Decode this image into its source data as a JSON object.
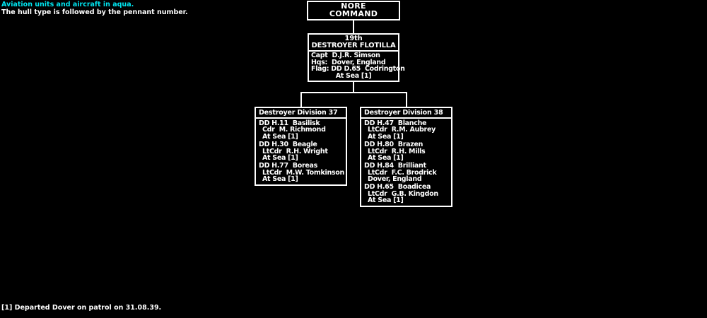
{
  "colors": {
    "background": "#000000",
    "text": "#ffffff",
    "aqua": "#00e5f0",
    "line": "#ffffff"
  },
  "notes": {
    "aviation": "Aviation units and aircraft in aqua.",
    "hull": "The hull type is followed by the pennant number."
  },
  "footnote": "[1] Departed Dover on patrol on 31.08.39.",
  "chart": {
    "root": {
      "title_line1": "NORE",
      "title_line2": "COMMAND"
    },
    "flotilla": {
      "title_line1": "19th",
      "title_line2": "DESTROYER FLOTILLA",
      "details": {
        "commander": "Capt  D.J.R. Simson",
        "hqs": "Hqs:  Dover, England",
        "flag": "Flag: DD D.65  Codrington",
        "status": "At Sea [1]"
      }
    },
    "divisions": [
      {
        "title": "Destroyer Division 37",
        "ships": [
          {
            "name": "DD H.11  Basilisk",
            "commander": "Cdr  M. Richmond",
            "status": "At Sea [1]"
          },
          {
            "name": "DD H.30  Beagle",
            "commander": "LtCdr  R.H. Wright",
            "status": "At Sea [1]"
          },
          {
            "name": "DD H.77  Boreas",
            "commander": "LtCdr  M.W. Tomkinson",
            "status": "At Sea [1]"
          }
        ]
      },
      {
        "title": "Destroyer Division 38",
        "ships": [
          {
            "name": "DD H.47  Blanche",
            "commander": "LtCdr  R.M. Aubrey",
            "status": "At Sea [1]"
          },
          {
            "name": "DD H.80  Brazen",
            "commander": "LtCdr  R.H. Mills",
            "status": "At Sea [1]"
          },
          {
            "name": "DD H.84  Brilliant",
            "commander": "LtCdr  F.C. Brodrick",
            "status": "Dover, England"
          },
          {
            "name": "DD H.65  Boadicea",
            "commander": "LtCdr  G.B. Kingdon",
            "status": "At Sea [1]"
          }
        ]
      }
    ]
  }
}
